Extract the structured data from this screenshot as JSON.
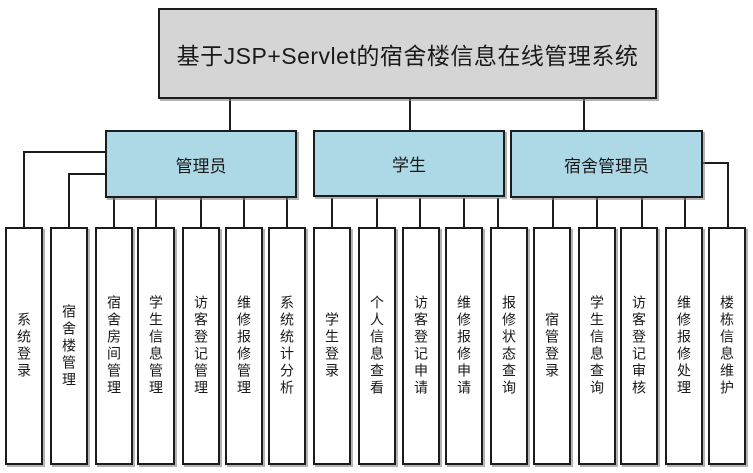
{
  "title": "基于JSP+Servlet的宿舍楼信息在线管理系统",
  "roles": [
    {
      "label": "管理员",
      "children": [
        "系统登录",
        "宿舍楼管理",
        "宿舍房间管理",
        "学生信息管理",
        "访客登记管理",
        "维修报修管理",
        "系统统计分析"
      ]
    },
    {
      "label": "学生",
      "children": [
        "学生登录",
        "个人信息查看",
        "访客登记申请",
        "维修报修申请",
        "报修状态查询"
      ]
    },
    {
      "label": "宿舍管理员",
      "children": [
        "宿管登录",
        "学生信息查询",
        "访客登记审核",
        "维修报修处理",
        "楼栋信息维护"
      ]
    }
  ],
  "colors": {
    "title_fill": "#d5d5d5",
    "role_fill": "#add8e6",
    "leaf_fill": "#ffffff",
    "border": "#1c1c1c",
    "connector": "#1c1c1c"
  }
}
